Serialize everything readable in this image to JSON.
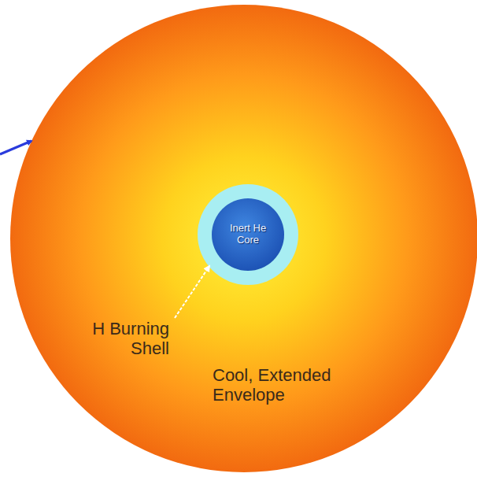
{
  "diagram": {
    "nodes": [
      {
        "text": [
          "Cool, Extended Envelope"
        ]
      },
      {
        "text": [
          "Inert He Core"
        ],
        "in": 0
      }
    ],
    "labels": [
      "H Burning Shell"
    ]
  }
}
